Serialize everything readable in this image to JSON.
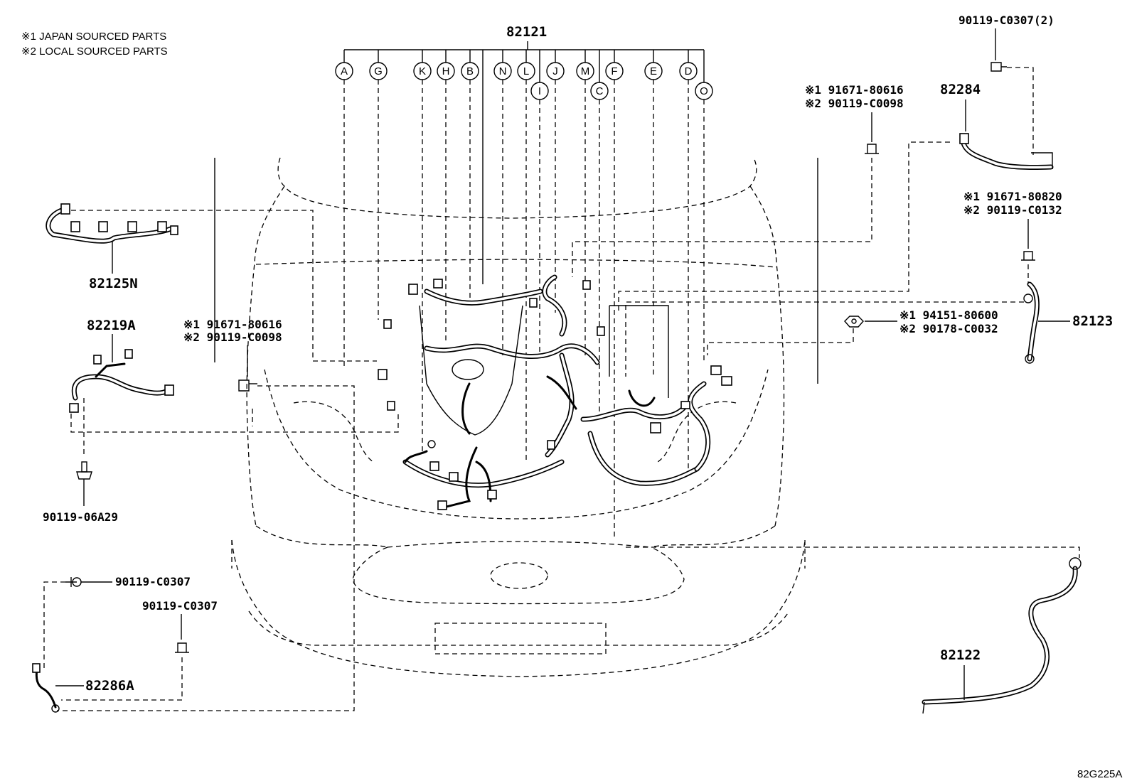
{
  "notes": [
    "※1 JAPAN SOURCED PARTS",
    "※2 LOCAL SOURCED PARTS"
  ],
  "main_harness": "82121",
  "callouts": [
    "A",
    "G",
    "K",
    "H",
    "B",
    "N",
    "L",
    "J",
    "M",
    "F",
    "E",
    "D",
    "I",
    "C",
    "O"
  ],
  "parts": {
    "p82125N": "82125N",
    "p82219A": "82219A",
    "p90119_06A29": "90119-06A29",
    "p82284": "82284",
    "p82123": "82123",
    "p82122": "82122",
    "p82286A": "82286A",
    "p90119_C0307_2": "90119-C0307(2)",
    "p90119_C0307_a": "90119-C0307",
    "p90119_C0307_b": "90119-C0307"
  },
  "bolt_left": {
    "l1": "※1 91671-80616",
    "l2": "※2 90119-C0098"
  },
  "bolt_right": {
    "l1": "※1 91671-80616",
    "l2": "※2 90119-C0098"
  },
  "bolt_82123": {
    "l1": "※1 91671-80820",
    "l2": "※2 90119-C0132"
  },
  "nut": {
    "l1": "※1 94151-80600",
    "l2": "※2 90178-C0032"
  },
  "figure_code": "82G225A"
}
